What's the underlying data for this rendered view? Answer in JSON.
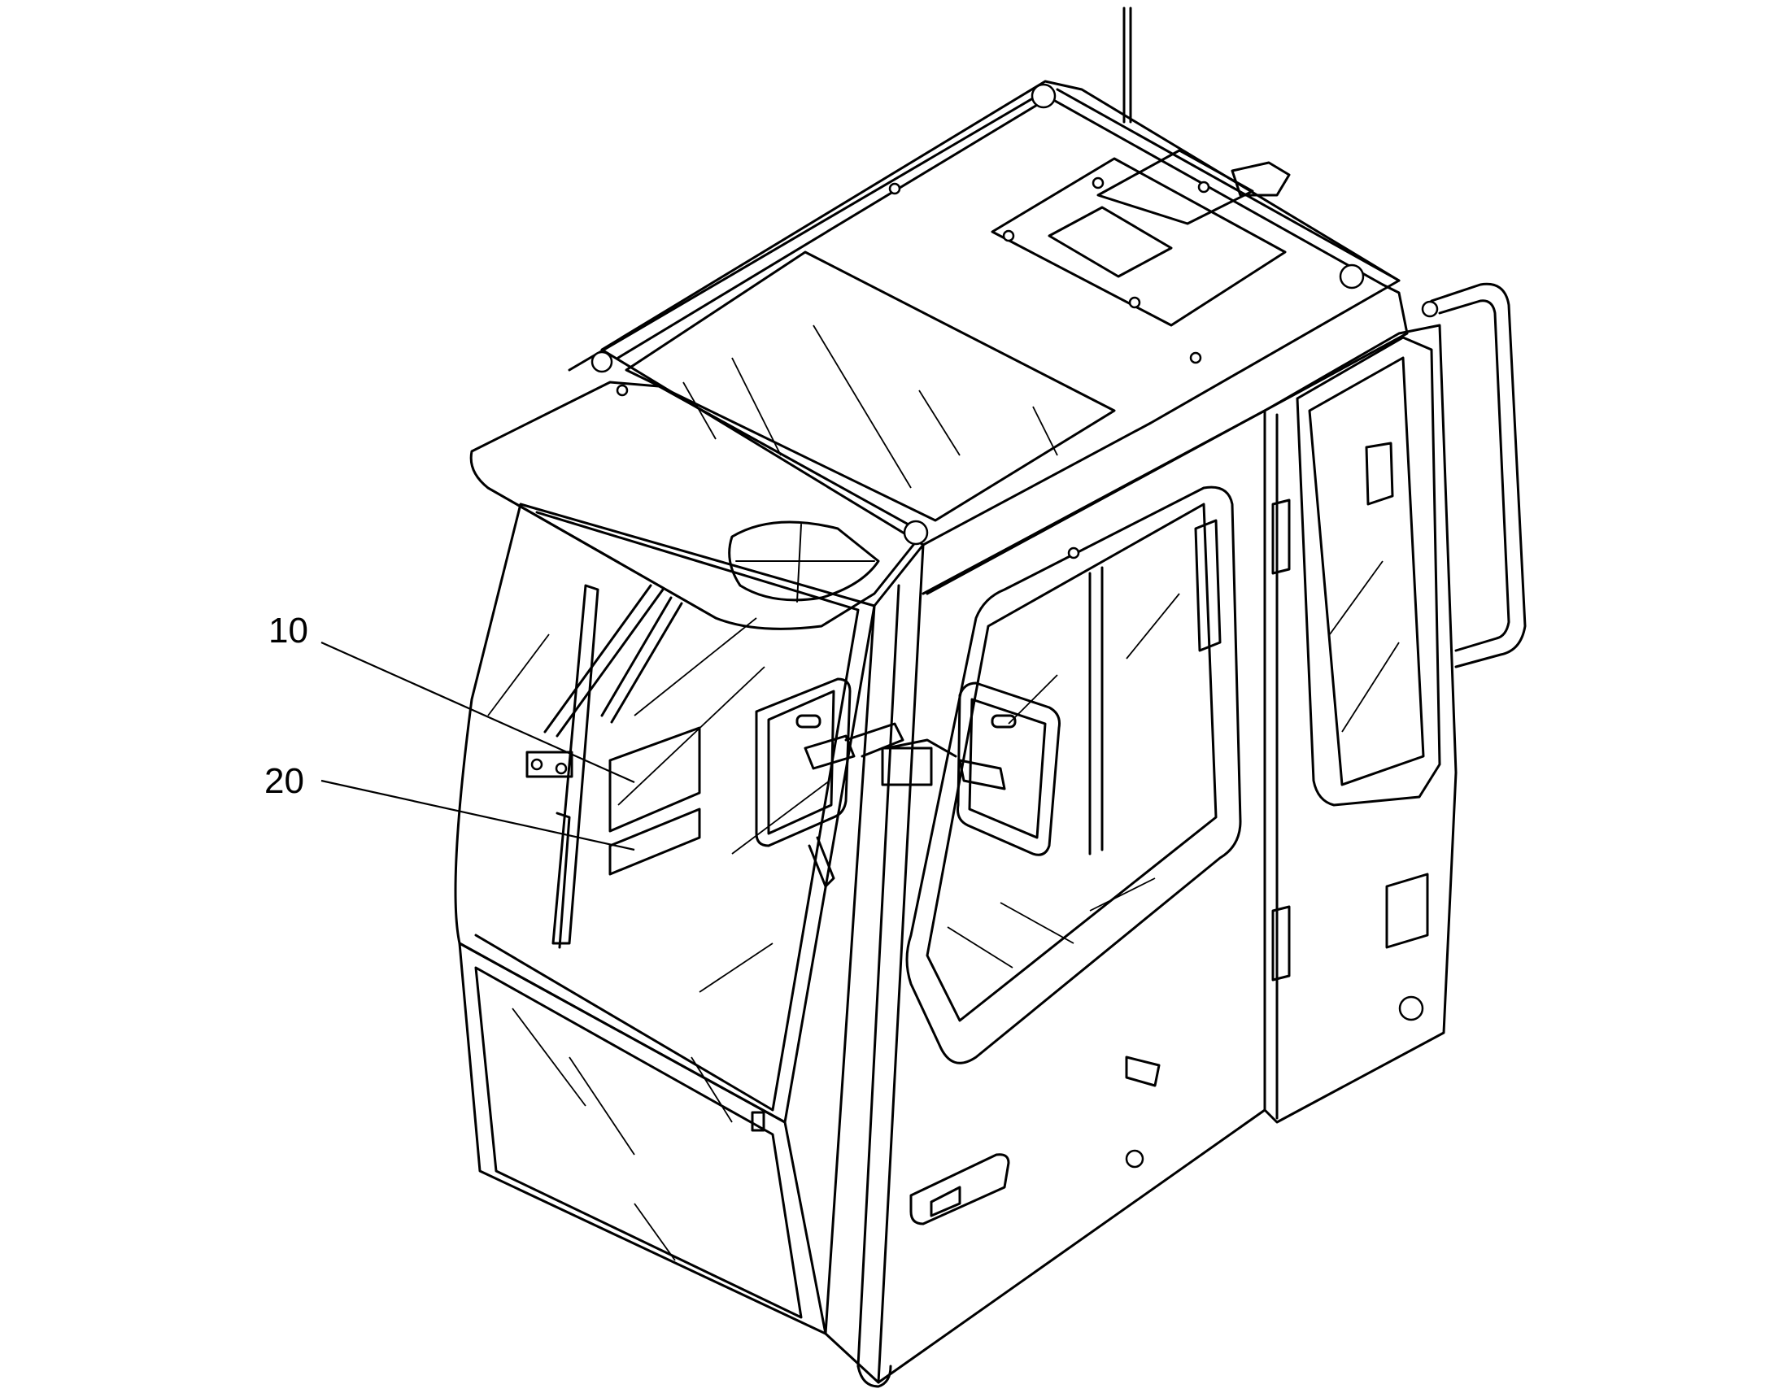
{
  "callouts": [
    {
      "id": "10",
      "label": "10"
    },
    {
      "id": "20",
      "label": "20"
    }
  ],
  "colors": {
    "ink": "#000000",
    "paper": "#ffffff"
  }
}
